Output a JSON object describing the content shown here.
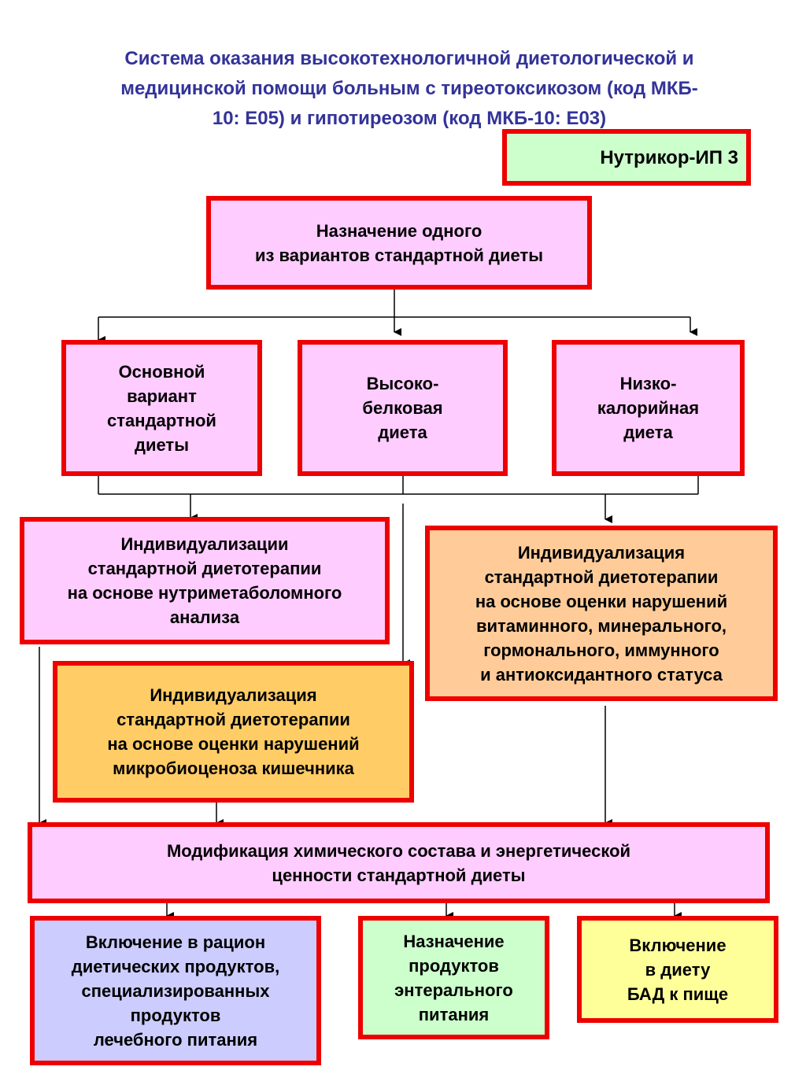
{
  "title": {
    "lines": [
      "Система оказания высокотехнологичной диетологической и",
      "медицинской помощи больным с тиреотоксикозом (код МКБ-",
      "10: Е05) и гипотиреозом (код МКБ-10: Е03)"
    ]
  },
  "badge": {
    "label": "Нутрикор-ИП 3"
  },
  "top_box": {
    "lines": [
      "Назначение одного",
      "из вариантов стандартной диеты"
    ]
  },
  "diets": [
    {
      "lines": [
        "Основной",
        "вариант",
        "стандартной",
        "диеты"
      ]
    },
    {
      "lines": [
        "Высоко-",
        "белковая",
        "диета"
      ]
    },
    {
      "lines": [
        "Низко-",
        "калорийная",
        "диета"
      ]
    }
  ],
  "individualization": {
    "nutrimetabolomic": {
      "lines": [
        "Индивидуализации",
        "стандартной диетотерапии",
        "на основе нутриметаболомного",
        "анализа"
      ]
    },
    "vitamin_status": {
      "lines": [
        "Индивидуализация",
        "стандартной диетотерапии",
        "на основе оценки нарушений",
        "витаминного, минерального,",
        "гормонального,  иммунного",
        "и антиоксидантного статуса"
      ]
    },
    "microbiocenosis": {
      "lines": [
        "Индивидуализация",
        "стандартной диетотерапии",
        "на основе оценки нарушений",
        "микробиоценоза кишечника"
      ]
    }
  },
  "modification": {
    "lines": [
      "Модификация химического состава и энергетической",
      "ценности стандартной диеты"
    ]
  },
  "outcomes": [
    {
      "lines": [
        "Включение в рацион",
        "диетических продуктов,",
        "специализированных",
        "продуктов",
        "лечебного питания"
      ]
    },
    {
      "lines": [
        "Назначение",
        "продуктов",
        "энтерального",
        "питания"
      ]
    },
    {
      "lines": [
        "Включение",
        "в диету",
        "БАД к пище"
      ]
    }
  ],
  "colors": {
    "title": "#333399",
    "border": "#ee0000",
    "pink": "#ffccff",
    "green": "#ccffcc",
    "peach": "#ffcc99",
    "orange": "#ffcc66",
    "lavender": "#ccccff",
    "yellow": "#ffff99"
  }
}
